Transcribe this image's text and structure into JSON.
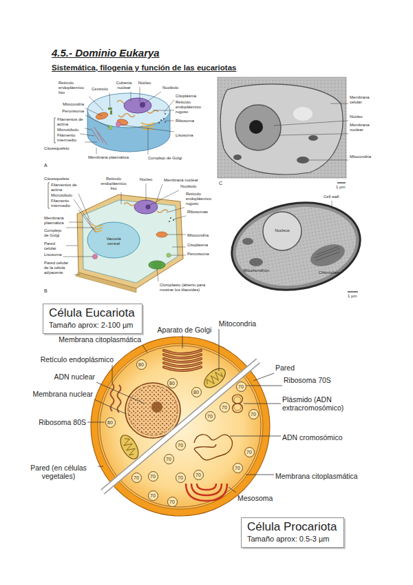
{
  "diagram": {
    "title": "4.5.- Dominio Eukarya",
    "nodes": [
      {
        "text": [
          "Célula Eucariota",
          "Tamaño aprox: 2-100 µm"
        ]
      },
      {
        "text": [
          "80"
        ]
      },
      {
        "text": [
          "80"
        ]
      },
      {
        "text": [
          "80"
        ]
      },
      {
        "text": [
          "80"
        ]
      },
      {
        "text": [
          "70"
        ]
      },
      {
        "text": [
          "70"
        ]
      },
      {
        "text": [
          "70"
        ]
      },
      {
        "text": [
          "70"
        ]
      },
      {
        "text": [
          "70"
        ]
      },
      {
        "text": [
          "70"
        ]
      },
      {
        "text": [
          "70"
        ]
      },
      {
        "text": [
          "70"
        ]
      },
      {
        "text": [
          "70"
        ]
      },
      {
        "text": [
          "70"
        ]
      },
      {
        "text": [
          "70"
        ]
      },
      {
        "text": [
          "70"
        ]
      },
      {
        "text": [
          "70"
        ]
      },
      {
        "text": [
          "70"
        ]
      },
      {
        "text": [
          "Célula Procariota",
          "Tamaño aprox: 0.5-3 µm"
        ]
      }
    ],
    "labels": [
      "Sistemática, filogenia y función de las eucariotas",
      "Retículo endoplásmico liso",
      "Cubierta nuclear",
      "Núcleo",
      "Nucléolo",
      "Centriolo",
      "Citoplasma",
      "Retículo endoplásmico rugoso",
      "Mitocondria",
      "Peroxisoma",
      "Filamentos de actina",
      "Microtúbulo",
      "Filamento intermedio",
      "Ribosoma",
      "Lisosoma",
      "Membrana plasmática",
      "Citoesqueleto",
      "Complejo de Golgi",
      "A",
      "Citoesqueleto",
      "Filamentos de actina",
      "Microtúbulo",
      "Filamento intermedio",
      "Retículo endoplásmico liso",
      "Núcleo",
      "Membrana nuclear",
      "Nucléolo",
      "Retículo endoplásmico rugoso",
      "Ribosomas",
      "Membrana plasmática",
      "Complejo de Golgi",
      "Vacuola central",
      "Pared celular",
      "Lisosoma",
      "Pared celular de la célula adyacente",
      "Mitocondria",
      "Citoplasma",
      "Peroxisoma",
      "Cloroplasto (abierto para mostrar los tilacoides)",
      "B",
      "Membrana celular",
      "Núcleo",
      "Membrana nuclear",
      "Mitocondria",
      "C",
      "1 µm",
      "Cell wall",
      "Nucleus",
      "Mitochondrion",
      "Chloroplast",
      "1 µm",
      "Aparato de Golgi",
      "Mitocondria",
      "Membrana citoplasmática",
      "Retículo endoplásmico",
      "Pared",
      "Ribosoma 70S",
      "ADN nuclear",
      "Plásmido (ADN extracromosómico)",
      "Membrana nuclear",
      "ADN cromosómico",
      "Ribosoma 80S",
      "Pared (en células vegetales)",
      "Membrana citoplasmática",
      "Mesosoma"
    ]
  }
}
